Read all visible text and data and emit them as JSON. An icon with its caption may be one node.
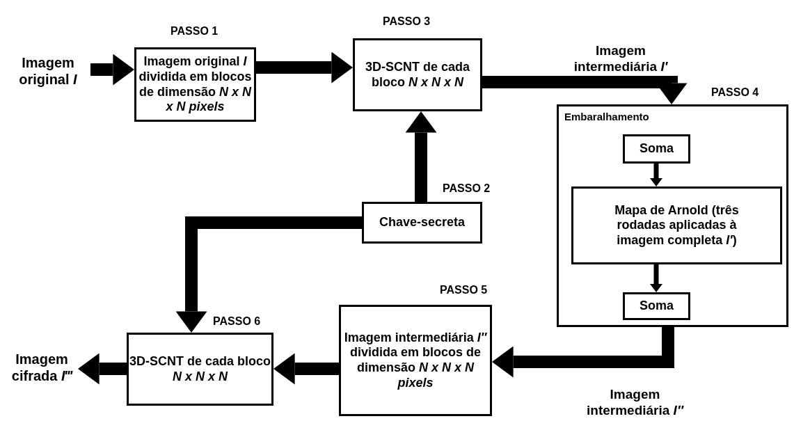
{
  "diagram": {
    "nodes": [
      {
        "text": [
          "Imagem original *I*"
        ]
      },
      {
        "text": [
          "Imagem original *I* dividida em blocos de dimensão *N x N x N pixels*"
        ],
        "beside": [
          "PASSO 1"
        ]
      },
      {
        "text": [
          "3D-SCNT de cada bloco *N x N x N*"
        ],
        "beside": [
          "PASSO 3"
        ]
      },
      {
        "text": [
          "Embaralhamento"
        ],
        "beside": [
          "PASSO 4"
        ]
      },
      {
        "text": [
          "Soma"
        ],
        "in": 3
      },
      {
        "text": [
          "Mapa de Arnold (três rodadas aplicadas à imagem completa *I′*)"
        ],
        "in": 3
      },
      {
        "text": [
          "Soma"
        ],
        "in": 3
      },
      {
        "text": [
          "Chave-secreta"
        ],
        "beside": [
          "PASSO 2"
        ]
      },
      {
        "text": [
          "Imagem intermediária *I″* dividida em blocos de dimensão *N x N x N pixels*"
        ],
        "beside": [
          "PASSO 5"
        ]
      },
      {
        "text": [
          "3D-SCNT de cada bloco *N x N x N*"
        ],
        "beside": [
          "PASSO 6"
        ]
      },
      {
        "text": [
          "Imagem cifrada *I‴*"
        ]
      }
    ],
    "edges": [
      {
        "from": 0,
        "to": 1,
        "arrow": "to"
      },
      {
        "from": 1,
        "to": 2,
        "arrow": "to"
      },
      {
        "from": 2,
        "to": 3,
        "arrow": "to",
        "label": "Imagem intermediária *I′*"
      },
      {
        "from": 4,
        "to": 5,
        "arrow": "to"
      },
      {
        "from": 5,
        "to": 6,
        "arrow": "to"
      },
      {
        "from": 7,
        "to": 2,
        "arrow": "to"
      },
      {
        "from": 7,
        "to": 9,
        "arrow": "to"
      },
      {
        "from": 3,
        "to": 8,
        "arrow": "to",
        "label": "Imagem intermediária *I″*"
      },
      {
        "from": 8,
        "to": 9,
        "arrow": "to"
      },
      {
        "from": 9,
        "to": 10,
        "arrow": "to"
      }
    ]
  }
}
